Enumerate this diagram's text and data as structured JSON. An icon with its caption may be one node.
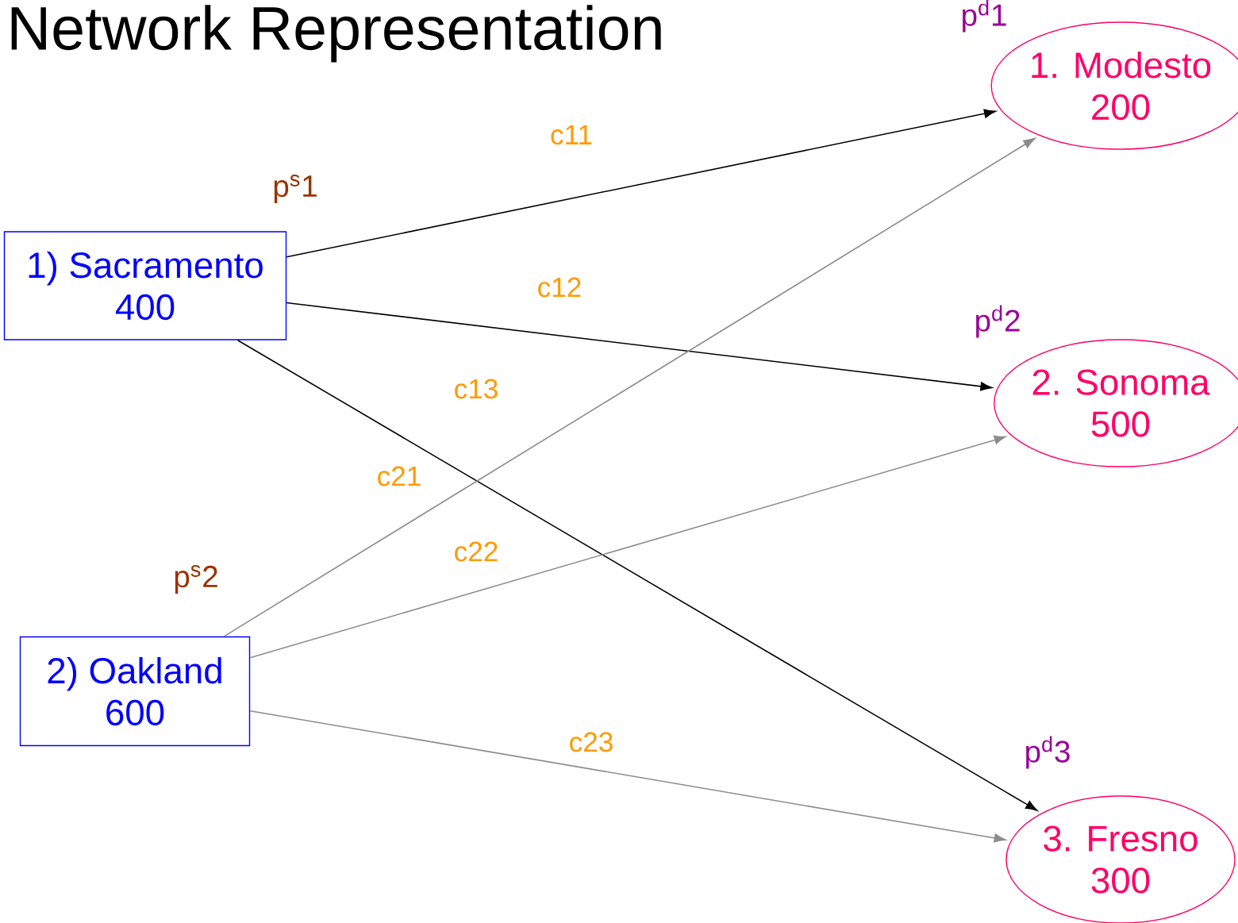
{
  "diagram": {
    "title": "Network Representation",
    "nodes": [
      {
        "text": [
          "1) Sacramento",
          "400"
        ],
        "beside": [
          "p$^{s}$1"
        ]
      },
      {
        "text": [
          "2)  Oakland",
          "600"
        ],
        "beside": [
          "p$^{s}$2"
        ]
      },
      {
        "text": [
          "1. Modesto",
          "200"
        ],
        "beside": [
          "p$^{d}$1"
        ]
      },
      {
        "text": [
          "2. Sonoma",
          "500"
        ],
        "beside": [
          "p$^{d}$2"
        ]
      },
      {
        "text": [
          "3. Fresno",
          "300"
        ],
        "beside": [
          "p$^{d}$3"
        ]
      }
    ],
    "edges": [
      {
        "from": 0,
        "to": 2,
        "arrow": "to",
        "label": "c11"
      },
      {
        "from": 0,
        "to": 3,
        "arrow": "to",
        "label": "c12"
      },
      {
        "from": 0,
        "to": 4,
        "arrow": "to",
        "label": "c13"
      },
      {
        "from": 1,
        "to": 2,
        "arrow": "to",
        "label": "c21",
        "color": "#8c8c8c"
      },
      {
        "from": 1,
        "to": 3,
        "arrow": "to",
        "label": "c22",
        "color": "#8c8c8c"
      },
      {
        "from": 1,
        "to": 4,
        "arrow": "to",
        "label": "c23",
        "color": "#8c8c8c"
      }
    ]
  }
}
